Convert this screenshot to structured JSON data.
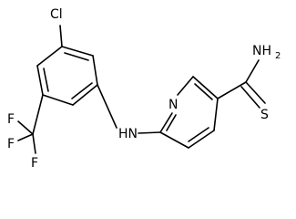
{
  "molecule": {
    "atoms": {
      "chlorine": "Cl",
      "fluorine_1": "F",
      "fluorine_2": "F",
      "fluorine_3": "F",
      "amine_link": "HN",
      "ring_nitrogen": "N",
      "amide_nitrogen": "NH",
      "amide_subscript": "2",
      "sulfur": "S"
    },
    "colors": {
      "bond": "#000000",
      "label": "#000000",
      "background": "#ffffff"
    }
  }
}
